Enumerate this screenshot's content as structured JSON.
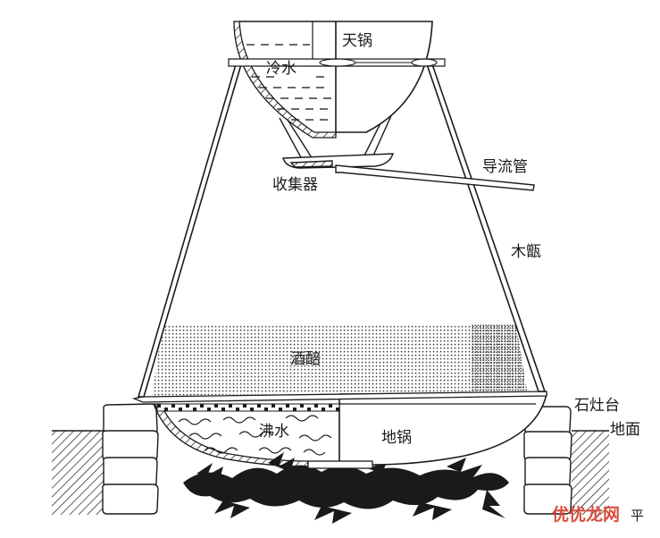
{
  "labels": {
    "tian_guo": "天锅",
    "leng_shui": "冷水",
    "dao_liu_guan": "导流管",
    "shou_ji_qi": "收集器",
    "mu_zeng": "木甑",
    "jiu_pei": "酒醅",
    "shi_zao_tai": "石灶台",
    "di_mian": "地面",
    "fei_shui": "沸水",
    "di_guo": "地锅"
  },
  "watermark": {
    "text": "优优龙网",
    "subtext": "平"
  },
  "colors": {
    "line": "#1a1a1a",
    "watermark_red": "#d43a2a",
    "watermark_gray": "#666666"
  }
}
